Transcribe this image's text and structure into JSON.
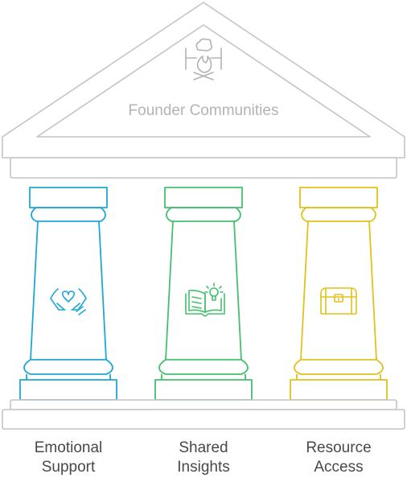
{
  "roof": {
    "title": "Founder Communities",
    "icon": "campfire-icon",
    "color": "#b3b3b3"
  },
  "pillars": [
    {
      "id": "emotional-support",
      "lines": [
        "Emotional",
        "Support"
      ],
      "icon": "heart-hands-icon",
      "color": "#1ea7d6"
    },
    {
      "id": "shared-insights",
      "lines": [
        "Shared",
        "Insights"
      ],
      "icon": "book-lightbulb-icon",
      "color": "#43c06e"
    },
    {
      "id": "resource-access",
      "lines": [
        "Resource",
        "Access"
      ],
      "icon": "treasure-chest-icon",
      "color": "#e0c21c"
    }
  ],
  "structure_color": "#c4c4c4",
  "label_color": "#484848"
}
